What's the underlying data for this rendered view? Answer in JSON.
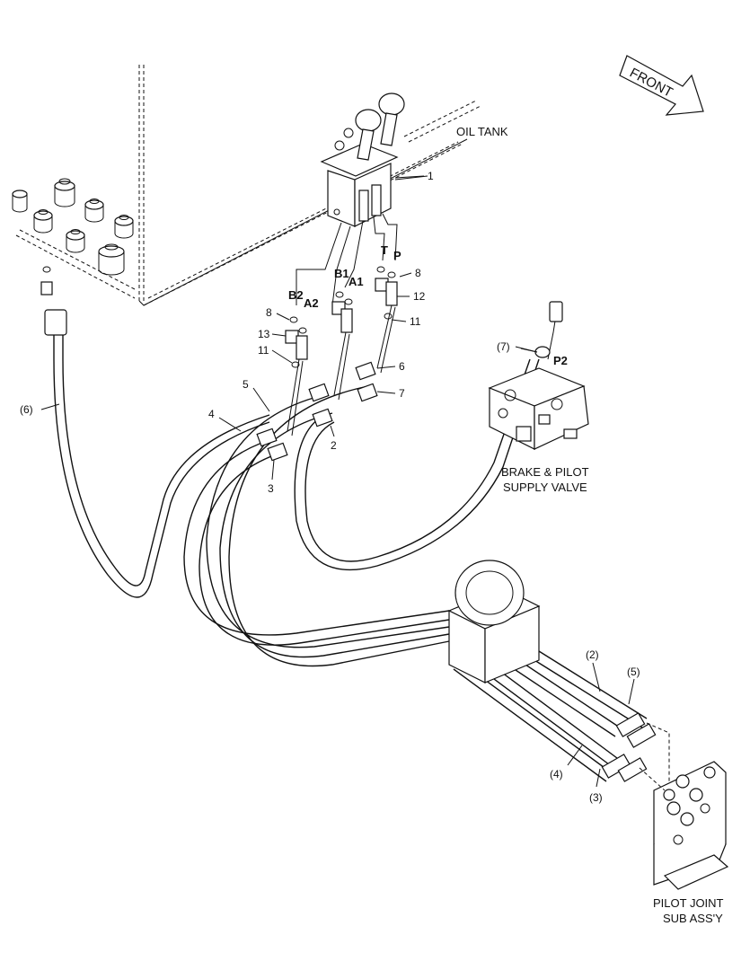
{
  "direction": {
    "label": "FRONT",
    "icon": "front-arrow-icon"
  },
  "components": {
    "oil_tank": "OIL TANK",
    "brake_valve_line1": "BRAKE & PILOT",
    "brake_valve_line2": "SUPPLY VALVE",
    "pilot_joint_line1": "PILOT JOINT",
    "pilot_joint_line2": "SUB ASS'Y"
  },
  "ports": {
    "b2": "B2",
    "a2": "A2",
    "b1": "B1",
    "a1": "A1",
    "t": "T",
    "p": "P",
    "p2": "P2"
  },
  "callouts": {
    "c1": "1",
    "c2": "2",
    "c3": "3",
    "c4": "4",
    "c5": "5",
    "c6": "6",
    "c7": "7",
    "c8a": "8",
    "c8b": "8",
    "c11a": "11",
    "c11b": "11",
    "c12": "12",
    "c13": "13",
    "h6": "(6)",
    "h7": "(7)",
    "h2": "(2)",
    "h5": "(5)",
    "h4": "(4)",
    "h3": "(3)"
  }
}
